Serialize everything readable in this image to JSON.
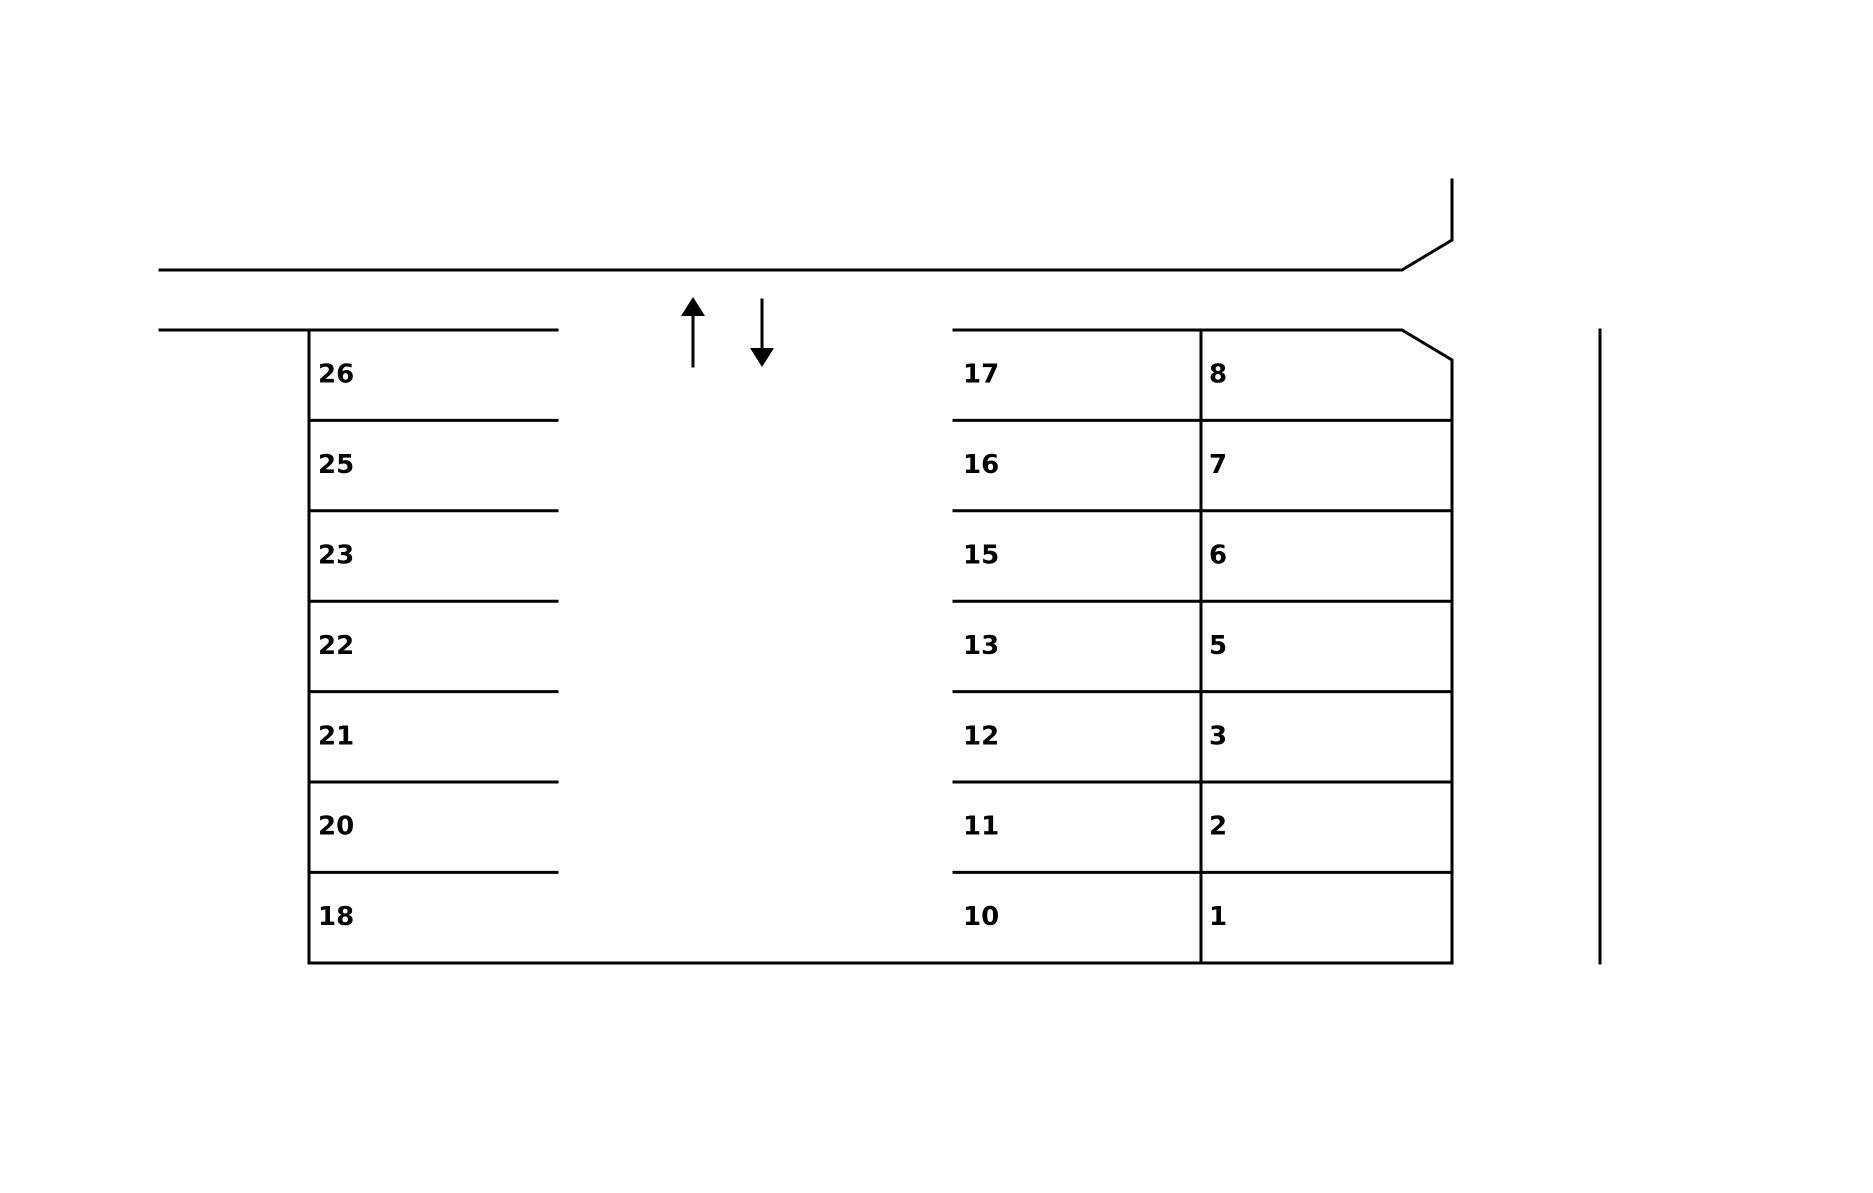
{
  "parking_lot": {
    "left_column": [
      "26",
      "25",
      "23",
      "22",
      "21",
      "20",
      "18"
    ],
    "middle_column": [
      "17",
      "16",
      "15",
      "13",
      "12",
      "11",
      "10"
    ],
    "right_column": [
      "8",
      "7",
      "6",
      "5",
      "3",
      "2",
      "1"
    ]
  },
  "traffic_arrows": [
    {
      "icon": "arrow-up-icon",
      "direction": "up"
    },
    {
      "icon": "arrow-down-icon",
      "direction": "down"
    }
  ],
  "colors": {
    "line": "#000000",
    "background": "#ffffff"
  }
}
